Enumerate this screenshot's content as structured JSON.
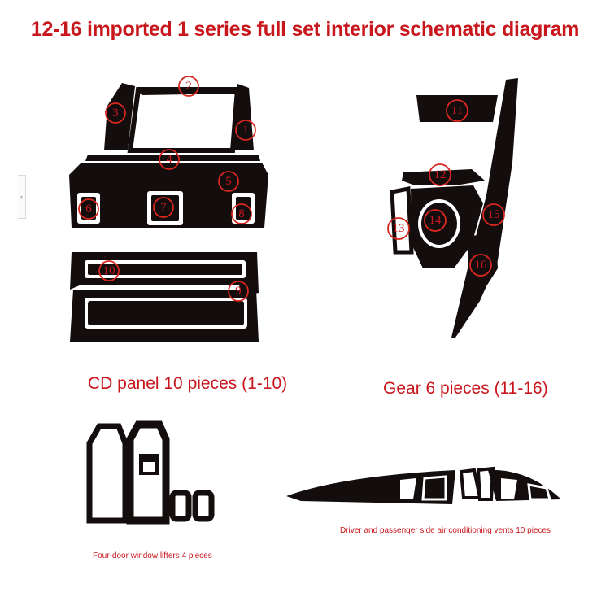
{
  "title": "12-16 imported 1 series full set interior schematic diagram",
  "captions": {
    "cd_panel": "CD panel 10 pieces (1-10)",
    "gear": "Gear 6 pieces (11-16)",
    "door": "Four-door window lifters 4 pieces",
    "vents": "Driver and passenger side air conditioning vents 10 pieces"
  },
  "markers": [
    "1",
    "2",
    "3",
    "4",
    "5",
    "6",
    "7",
    "8",
    "9",
    "10",
    "11",
    "12",
    "13",
    "14",
    "15",
    "16"
  ],
  "side_tab": "‹",
  "colors": {
    "accent": "#c8161d",
    "piece": "#140d0d"
  }
}
